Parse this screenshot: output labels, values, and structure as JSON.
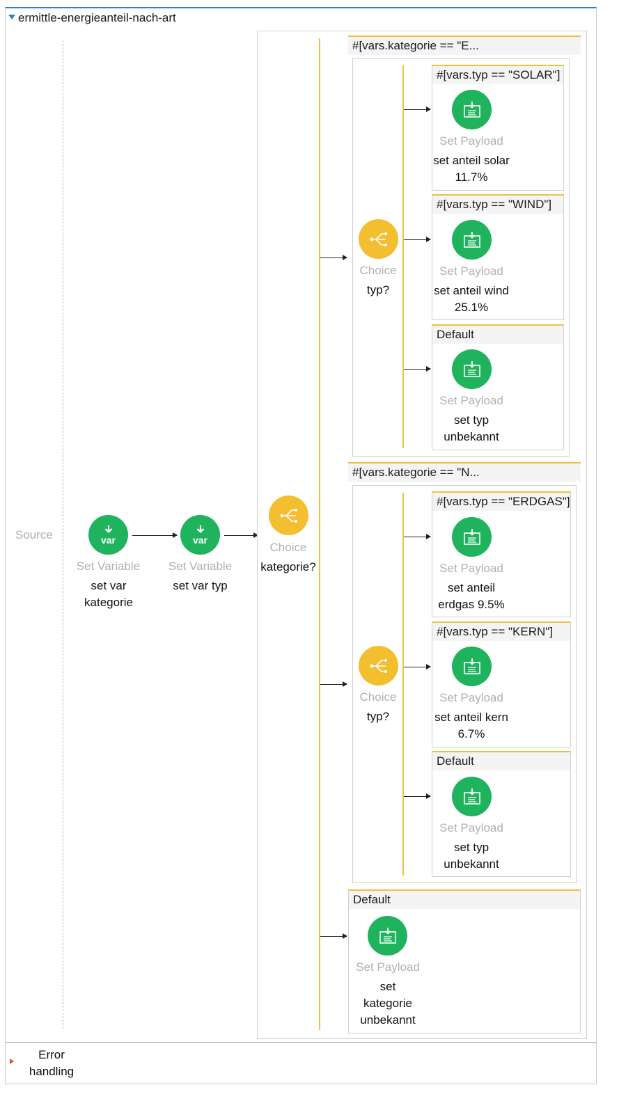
{
  "flow": {
    "name": "ermittle-energieanteil-nach-art"
  },
  "source_label": "Source",
  "set_var_1": {
    "type": "Set Variable",
    "name": "set var kategorie",
    "icon": "var"
  },
  "set_var_2": {
    "type": "Set Variable",
    "name": "set var typ",
    "icon": "var"
  },
  "choice_main": {
    "type": "Choice",
    "name": "kategorie?"
  },
  "route_e": {
    "condition": "#[vars.kategorie == \"E...",
    "choice": {
      "type": "Choice",
      "name": "typ?"
    },
    "routes": [
      {
        "condition": "#[vars.typ == \"SOLAR\"]",
        "type": "Set Payload",
        "name": "set anteil solar 11.7%"
      },
      {
        "condition": "#[vars.typ == \"WIND\"]",
        "type": "Set Payload",
        "name": "set anteil wind 25.1%"
      },
      {
        "condition": "Default",
        "type": "Set Payload",
        "name": "set typ unbekannt"
      }
    ]
  },
  "route_n": {
    "condition": "#[vars.kategorie == \"N...",
    "choice": {
      "type": "Choice",
      "name": "typ?"
    },
    "routes": [
      {
        "condition": "#[vars.typ == \"ERDGAS\"]",
        "type": "Set Payload",
        "name": "set anteil erdgas 9.5%"
      },
      {
        "condition": "#[vars.typ == \"KERN\"]",
        "type": "Set Payload",
        "name": "set anteil kern 6.7%"
      },
      {
        "condition": "Default",
        "type": "Set Payload",
        "name": "set typ unbekannt"
      }
    ]
  },
  "route_default": {
    "condition": "Default",
    "type": "Set Payload",
    "name": "set kategorie unbekannt"
  },
  "error_handling": {
    "label": "Error handling"
  },
  "colors": {
    "accent_blue": "#2a7fd4",
    "green": "#1fb35d",
    "yellow": "#f3be2f",
    "route_line": "#f0c040"
  }
}
